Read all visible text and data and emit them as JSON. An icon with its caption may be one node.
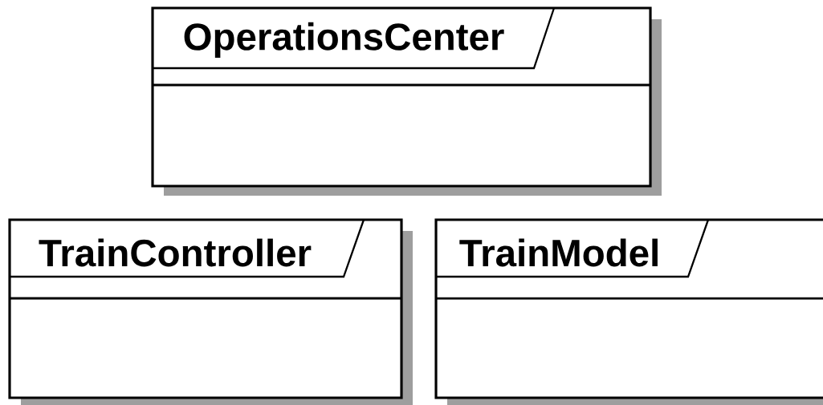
{
  "diagram": {
    "nodes": [
      {
        "text": [
          "OperationsCenter"
        ]
      },
      {
        "text": [
          "TrainController"
        ]
      },
      {
        "text": [
          "TrainModel"
        ]
      }
    ]
  }
}
